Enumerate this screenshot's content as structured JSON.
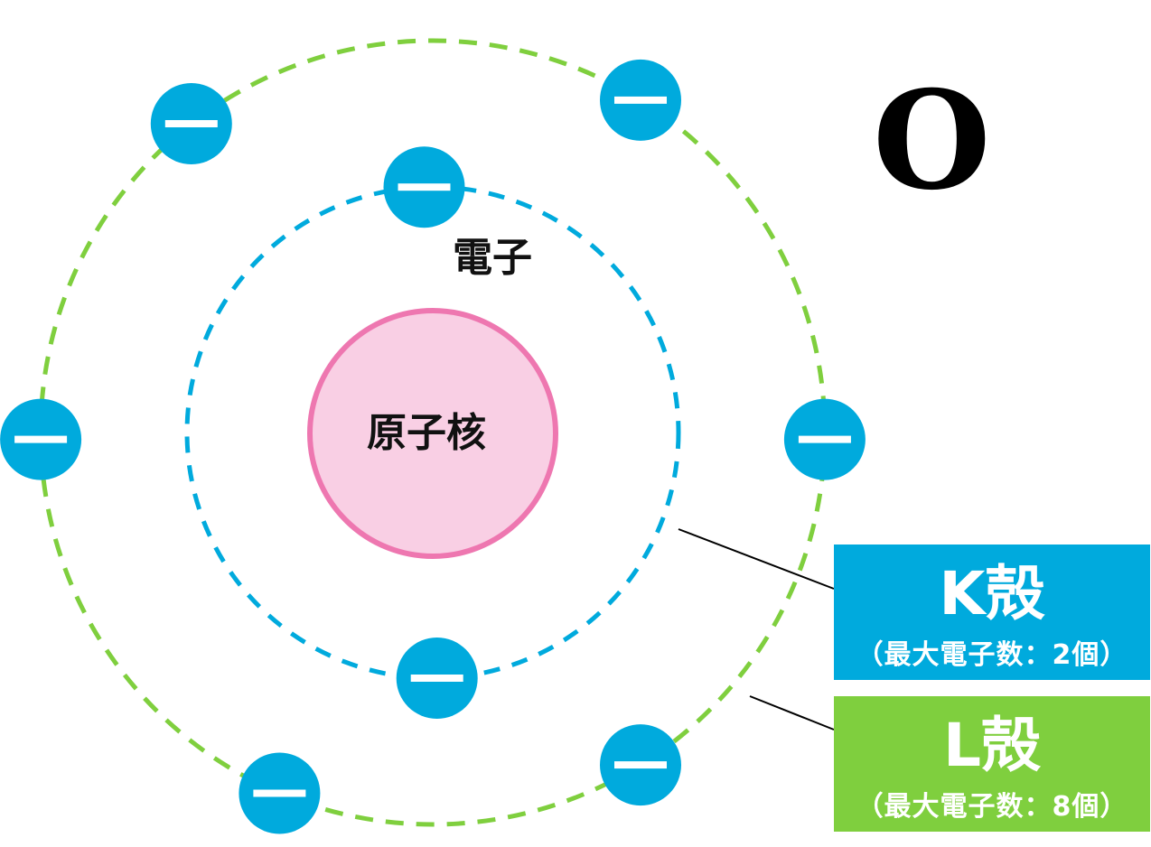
{
  "colors": {
    "k_shell": "#00aadd",
    "l_shell": "#7fcf3e",
    "electron": "#00aadd",
    "nucleus_fill": "#f9cfe4",
    "nucleus_stroke": "#ee77b0",
    "leader_line": "#000000",
    "text_dark": "#111111"
  },
  "element_symbol": "O",
  "labels": {
    "electron": "電子",
    "nucleus": "原子核"
  },
  "electron_icon": "minus-sign",
  "shells": [
    {
      "id": "k",
      "name": "K殻",
      "capacity": "（最大電子数：2個）",
      "electron_angles_deg": [
        -92,
        89
      ]
    },
    {
      "id": "l",
      "name": "L殻",
      "capacity": "（最大電子数：8個）",
      "electron_angles_deg": [
        -128,
        -58,
        1,
        58,
        113,
        179
      ]
    }
  ]
}
